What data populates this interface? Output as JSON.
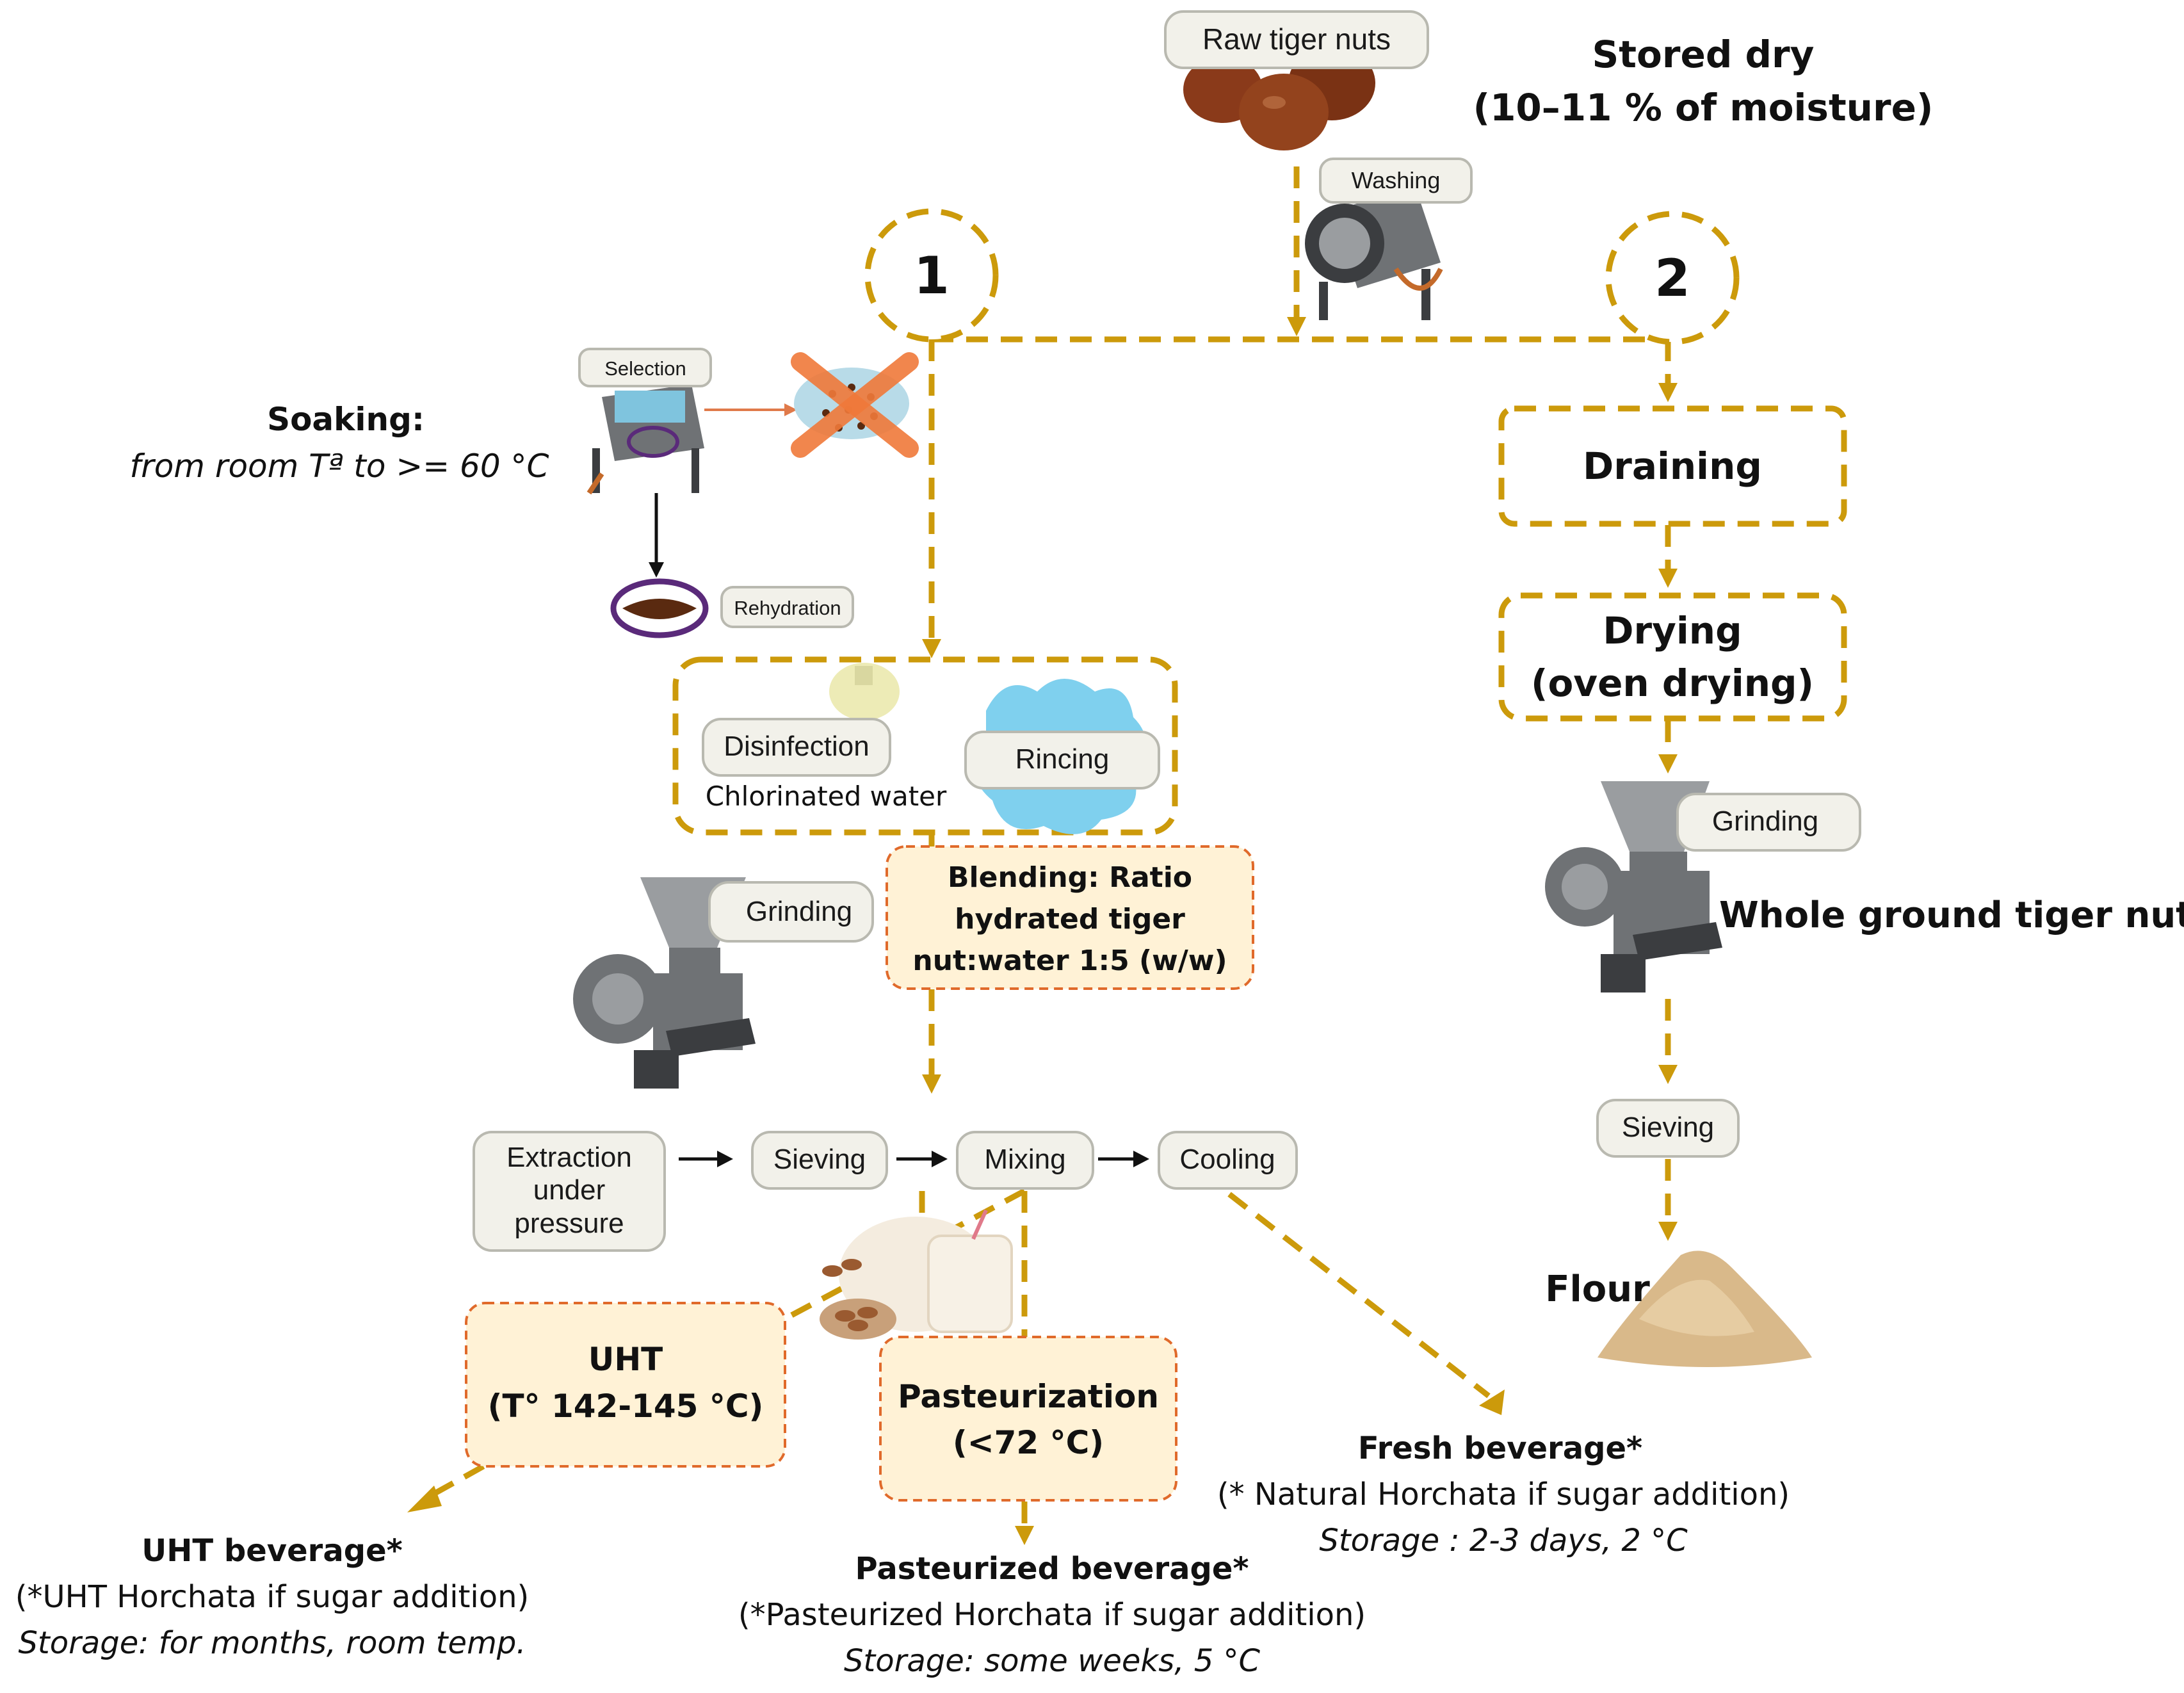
{
  "header": {
    "raw": "Raw tiger nuts",
    "stored_line1": "Stored dry",
    "stored_line2": "(10–11 % of moisture)",
    "washing": "Washing"
  },
  "routes": {
    "one": "1",
    "two": "2"
  },
  "soaking": {
    "title": "Soaking:",
    "subtitle": "from room Tª to >= 60 °C",
    "selection": "Selection",
    "rehydration": "Rehydration"
  },
  "treatment": {
    "disinfection": "Disinfection",
    "chlorinated": "Chlorinated water",
    "rincing": "Rincing"
  },
  "grinding_left": "Grinding",
  "blending": {
    "line1": "Blending: Ratio",
    "line2": "hydrated tiger",
    "line3": "nut:water 1:5 (w/w)"
  },
  "steps": {
    "extraction1": "Extraction",
    "extraction2": "under",
    "extraction3": "pressure",
    "sieving": "Sieving",
    "mixing": "Mixing",
    "cooling": "Cooling"
  },
  "uht": {
    "line1": "UHT",
    "line2": "(T° 142-145 °C)"
  },
  "pasteurization": {
    "line1": "Pasteurization",
    "line2": "(<72 °C)"
  },
  "uht_beverage": {
    "title": "UHT beverage*",
    "note": "(*UHT Horchata if sugar addition)",
    "storage": "Storage: for months, room temp."
  },
  "past_beverage": {
    "title": "Pasteurized beverage*",
    "note": "(*Pasteurized Horchata if sugar addition)",
    "storage": "Storage: some weeks, 5 °C"
  },
  "fresh_beverage": {
    "title": "Fresh beverage*",
    "note": "(* Natural Horchata if sugar addition)",
    "storage": "Storage : 2-3 days, 2 °C"
  },
  "right": {
    "draining": "Draining",
    "drying1": "Drying",
    "drying2": "(oven drying)",
    "grinding": "Grinding",
    "whole": "Whole ground tiger nut",
    "sieving": "Sieving",
    "flour": "Flour"
  },
  "colors": {
    "flow": "#cc9a0b",
    "orange_box_fill": "#fff2d6",
    "orange_box_border": "#e06a2b"
  }
}
